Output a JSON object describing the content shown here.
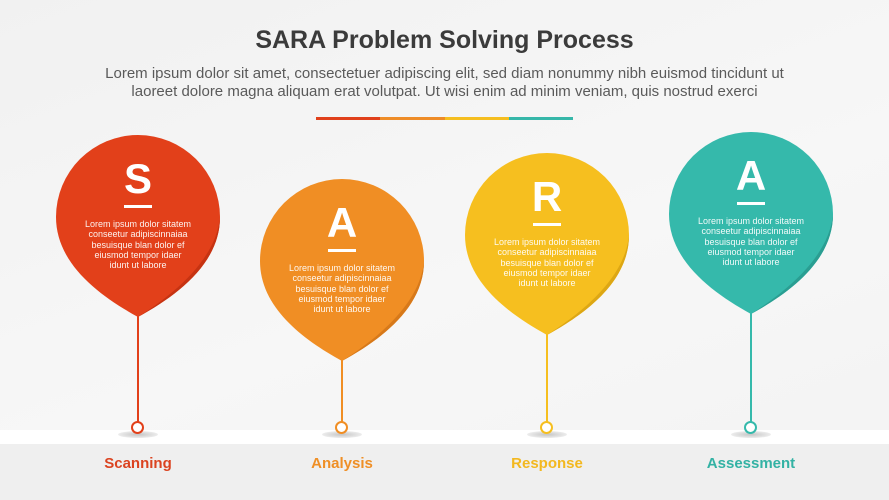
{
  "header": {
    "title": "SARA Problem Solving Process",
    "subtitle_lines": [
      "Lorem ipsum dolor sit amet, consectetuer adipiscing elit, sed diam nonummy nibh euismod tincidunt ut",
      "laoreet dolore magna aliquam erat volutpat. Ut wisi enim ad minim veniam, quis nostrud exerci"
    ],
    "color_bar": [
      "#E0401B",
      "#EE8C27",
      "#F5BE20",
      "#36B7A9"
    ]
  },
  "stages": [
    {
      "letter": "S",
      "label": "Scanning",
      "color": "#E2401A",
      "shade_color": "#C63312",
      "label_color": "#DB4320",
      "description_lines": [
        "Lorem ipsum dolor sitatem",
        "conseetur adipiscinnaiaa",
        "besuisque blan dolor ef",
        "eiusmod tempor idaer",
        "idunt ut labore"
      ]
    },
    {
      "letter": "A",
      "label": "Analysis",
      "color": "#F08E24",
      "shade_color": "#D7791A",
      "label_color": "#EF8F26",
      "description_lines": [
        "Lorem ipsum dolor sitatem",
        "conseetur adipiscinnaiaa",
        "besuisque blan dolor ef",
        "eiusmod tempor idaer",
        "idunt ut labore"
      ]
    },
    {
      "letter": "R",
      "label": "Response",
      "color": "#F6BF1F",
      "shade_color": "#DDA714",
      "label_color": "#F3B81F",
      "description_lines": [
        "Lorem ipsum dolor sitatem",
        "conseetur adipiscinnaiaa",
        "besuisque blan dolor ef",
        "eiusmod tempor idaer",
        "idunt ut labore"
      ]
    },
    {
      "letter": "A",
      "label": "Assessment",
      "color": "#35B9AB",
      "shade_color": "#2A9E92",
      "label_color": "#33B2A4",
      "description_lines": [
        "Lorem ipsum dolor sitatem",
        "conseetur adipiscinnaiaa",
        "besuisque blan dolor ef",
        "eiusmod tempor idaer",
        "idunt ut labore"
      ]
    }
  ]
}
